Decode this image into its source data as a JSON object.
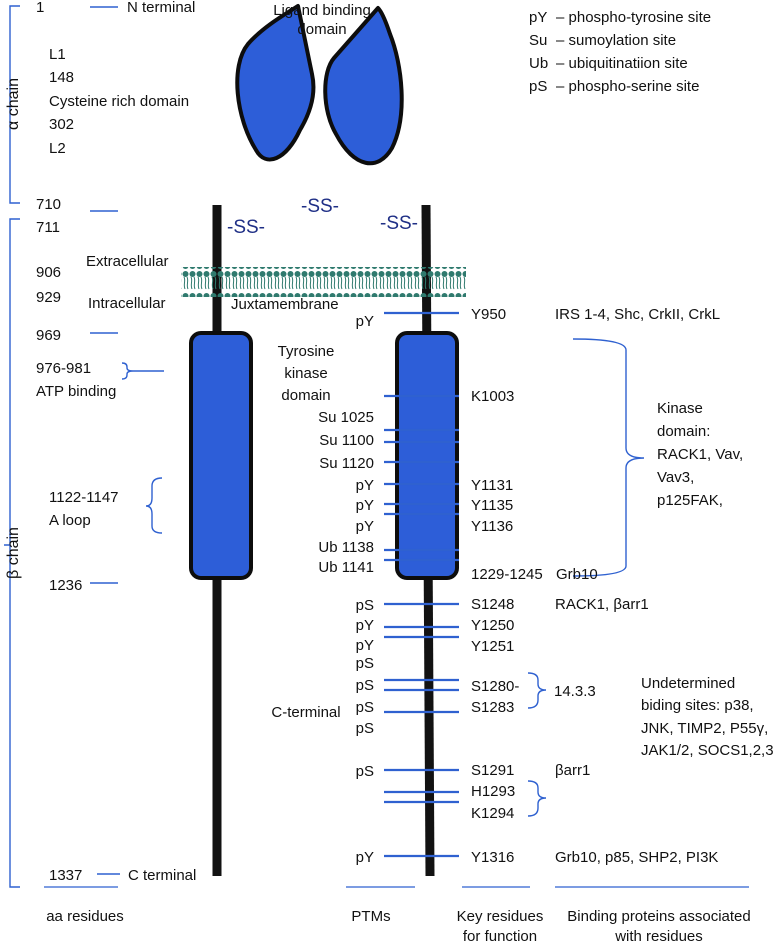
{
  "colors": {
    "blue_line": "#2f61d0",
    "receptor_fill": "#2d5ed8",
    "receptor_stroke": "#0d0d0d",
    "membrane": "#2f7a6e",
    "ptm_green": "#22c818",
    "ptm_orange": "#ec6a21",
    "ptm_red": "#e0151b",
    "ptm_blue": "#2a6ad0",
    "ss_text": "#1f2f86"
  },
  "legend": [
    {
      "abbr": "pY",
      "text": "– phospho-tyrosine site",
      "color": "#22c818"
    },
    {
      "abbr": "Su",
      "text": "– sumoylation site",
      "color": "#ec6a21"
    },
    {
      "abbr": "Ub",
      "text": "– ubiquitinatiion site",
      "color": "#e0151b"
    },
    {
      "abbr": "pS",
      "text": "– phospho-serine site",
      "color": "#22a6e6"
    }
  ],
  "chains": {
    "alpha": "α chain",
    "beta": "β chain"
  },
  "residues": {
    "r1": "1",
    "n_terminal": "N terminal",
    "l1": "L1",
    "r148": "148",
    "cys": "Cysteine rich domain",
    "r302": "302",
    "l2": "L2",
    "r710": "710",
    "r711": "711",
    "r906": "906",
    "r929": "929",
    "r969": "969",
    "atp_range": "976-981",
    "atp_label": "ATP binding",
    "aloop_range": "1122-1147",
    "aloop_label": "A loop",
    "r1236": "1236",
    "r1337": "1337",
    "c_terminal": "C terminal"
  },
  "labels": {
    "ligand1": "Ligand binding",
    "ligand2": "domain",
    "ss_left": "-SS-",
    "ss_mid": "-SS-",
    "ss_right": "-SS-",
    "extracellular": "Extracellular",
    "intracellular": "Intracellular",
    "juxtamembrane": "Juxtamembrane",
    "tk1": "Tyrosine",
    "tk2": "kinase",
    "tk3": "domain",
    "c_terminal_region": "C-terminal"
  },
  "ptms": [
    {
      "text": "pY",
      "color": "#22c818"
    },
    {
      "text": "Su 1025",
      "color": "#ec6a21"
    },
    {
      "text": "Su 1100",
      "color": "#ec6a21"
    },
    {
      "text": "Su 1120",
      "color": "#ec6a21"
    },
    {
      "text": "pY",
      "color": "#22c818"
    },
    {
      "text": "pY",
      "color": "#22c818"
    },
    {
      "text": "pY",
      "color": "#22c818"
    },
    {
      "text": "Ub 1138",
      "color": "#e0151b"
    },
    {
      "text": "Ub 1141",
      "color": "#e0151b"
    },
    {
      "text": "pS",
      "color": "#2a6ad0"
    },
    {
      "text": "pY",
      "color": "#22c818"
    },
    {
      "text": "pY",
      "color": "#22c818"
    },
    {
      "text": "pS",
      "color": "#2a6ad0"
    },
    {
      "text": "pS",
      "color": "#2a6ad0"
    },
    {
      "text": "pS",
      "color": "#2a6ad0"
    },
    {
      "text": "pS",
      "color": "#2a6ad0"
    },
    {
      "text": "pS",
      "color": "#2a6ad0"
    },
    {
      "text": "pY",
      "color": "#22c818"
    }
  ],
  "key_residues": [
    "Y950",
    "K1003",
    "Y1131",
    "Y1135",
    "Y1136",
    "1229-1245",
    "S1248",
    "Y1250",
    "Y1251",
    "S1280-",
    "S1283",
    "S1291",
    "H1293",
    "K1294",
    "Y1316"
  ],
  "binding": {
    "y950": "IRS 1-4, Shc, CrkII, CrkL",
    "kinase_lines": [
      "Kinase",
      "domain:",
      "RACK1, Vav,",
      "Vav3,",
      "p125FAK,"
    ],
    "grb10": "Grb10",
    "s1248": "RACK1, βarr1",
    "s1280": "14.3.3",
    "undetermined": [
      "Undetermined",
      "biding sites: p38,",
      "JNK, TIMP2, P55γ,",
      "JAK1/2, SOCS1,2,3"
    ],
    "s1291": "βarr1",
    "y1316": "Grb10, p85, SHP2, PI3K"
  },
  "footer": {
    "aa": "aa residues",
    "ptms": "PTMs",
    "key1": "Key residues",
    "key2": "for function",
    "bind1": "Binding proteins associated",
    "bind2": "with residues"
  }
}
